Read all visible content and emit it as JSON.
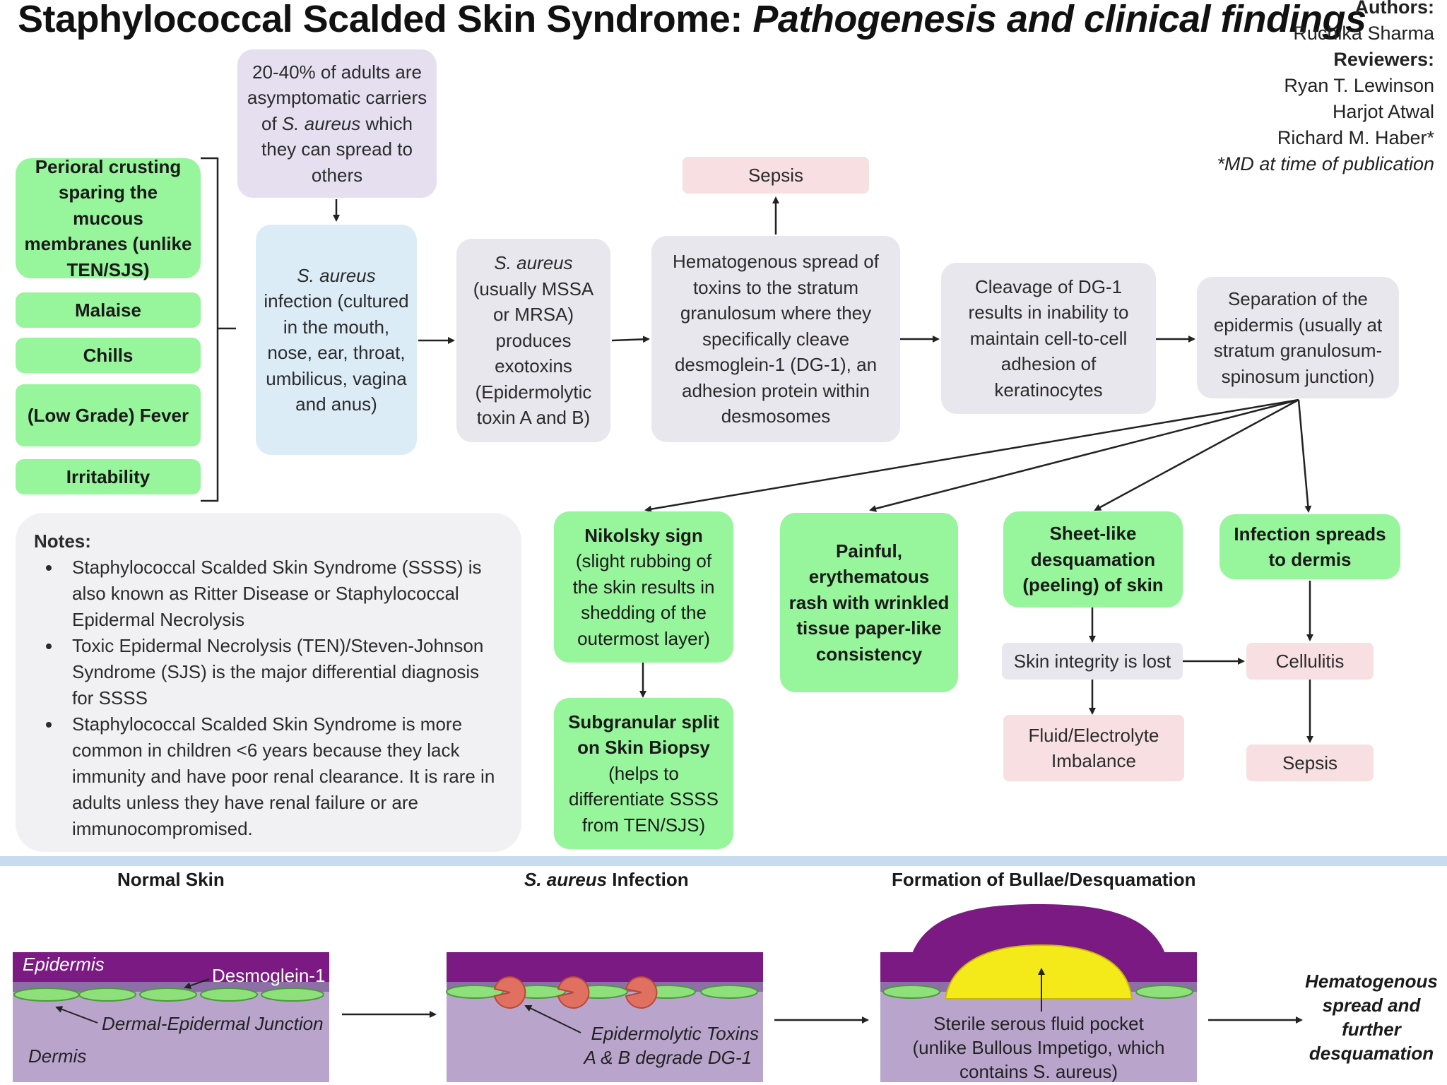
{
  "header": {
    "title_main": "Staphylococcal Scalded Skin Syndrome: ",
    "title_italic": "Pathogenesis and clinical findings"
  },
  "credits": {
    "authors_label": "Authors:",
    "author": "Ruchika Sharma",
    "reviewers_label": "Reviewers:",
    "reviewers": [
      "Ryan T. Lewinson",
      "Harjot Atwal",
      "Richard M. Haber*"
    ],
    "footnote": "*MD at time of publication"
  },
  "symptoms": [
    "Perioral crusting sparing the mucous membranes (unlike TEN/SJS)",
    "Malaise",
    "Chills",
    "(Low Grade) Fever",
    "Irritability"
  ],
  "carriers": {
    "pre": "20-40% of adults are asymptomatic carriers of ",
    "italic": "S. aureus",
    "post": " which they can spread to others"
  },
  "infection": {
    "italic": "S. aureus",
    "text": " infection (cultured in the mouth, nose, ear, throat, umbilicus, vagina and anus)"
  },
  "produces": {
    "italic": "S. aureus",
    "text": " (usually MSSA or MRSA) produces exotoxins (Epidermolytic toxin A and B)"
  },
  "sepsis_top": "Sepsis",
  "hematogenous": "Hematogenous spread of toxins to the stratum granulosum where they specifically cleave desmoglein-1 (DG-1), an adhesion protein within desmosomes",
  "cleavage": "Cleavage of DG-1 results in inability to maintain cell-to-cell adhesion of keratinocytes",
  "separation": "Separation of the epidermis (usually at stratum granulosum-spinosum junction)",
  "nikolsky": {
    "bold": "Nikolsky sign",
    "text": "(slight rubbing of the skin results in shedding of the outermost layer)"
  },
  "rash": "Painful, erythematous rash with wrinkled tissue paper-like consistency",
  "sheet": "Sheet-like desquamation (peeling) of skin",
  "dermis": "Infection spreads to dermis",
  "subgranular": {
    "bold": "Subgranular split on Skin Biopsy",
    "text": "(helps to differentiate SSSS from TEN/SJS)"
  },
  "integrity": "Skin integrity is lost",
  "cellulitis": "Cellulitis",
  "fluid": "Fluid/Electrolyte Imbalance",
  "sepsis_bottom": "Sepsis",
  "notes": {
    "title": "Notes:",
    "items": [
      "Staphylococcal Scalded Skin Syndrome (SSSS) is also known as Ritter Disease or Staphylococcal Epidermal Necrolysis",
      "Toxic Epidermal Necrolysis (TEN)/Steven-Johnson Syndrome (SJS) is the major differential diagnosis for SSSS",
      "Staphylococcal Scalded Skin Syndrome is more common in children <6 years because they lack immunity and have poor renal clearance. It is rare in adults unless they have renal failure or are immunocompromised."
    ]
  },
  "panels": {
    "normal_title": "Normal Skin",
    "infection_title_italic": "S. aureus",
    "infection_title_rest": " Infection",
    "bullae_title": "Formation of Bullae/Desquamation",
    "epidermis": "Epidermis",
    "desmoglein": "Desmoglein-1",
    "junction": "Dermal-Epidermal Junction",
    "dermis": "Dermis",
    "toxins_line1": "Epidermolytic Toxins",
    "toxins_line2": "A & B degrade DG-1",
    "fluid_line1": "Sterile serous fluid pocket",
    "fluid_line2": "(unlike Bullous Impetigo, which",
    "fluid_line3": "contains S. aureus)",
    "final": "Hematogenous spread and further desquamation"
  },
  "colors": {
    "green_box": "#97f59c",
    "grey_box": "#e9e7ee",
    "blue_box": "#dcecf7",
    "pink_box": "#f7dfe2",
    "epidermis": "#7a1a82",
    "dermis": "#b9a5cc",
    "desmosome": "#8ee07a",
    "toxin": "#e07060",
    "bulla_fluid": "#f4ea1a"
  }
}
